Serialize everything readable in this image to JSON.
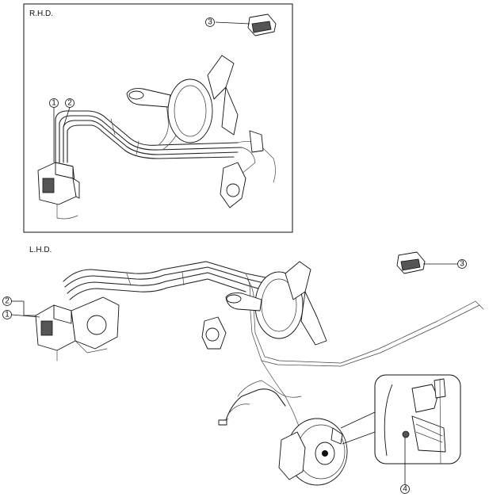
{
  "sections": {
    "rhd": {
      "label": "R.H.D."
    },
    "lhd": {
      "label": "L.H.D."
    }
  },
  "callouts": {
    "rhd_1": "1",
    "rhd_2": "2",
    "rhd_3": "3",
    "lhd_1": "1",
    "lhd_2": "2",
    "lhd_3": "3",
    "lhd_4": "4"
  }
}
